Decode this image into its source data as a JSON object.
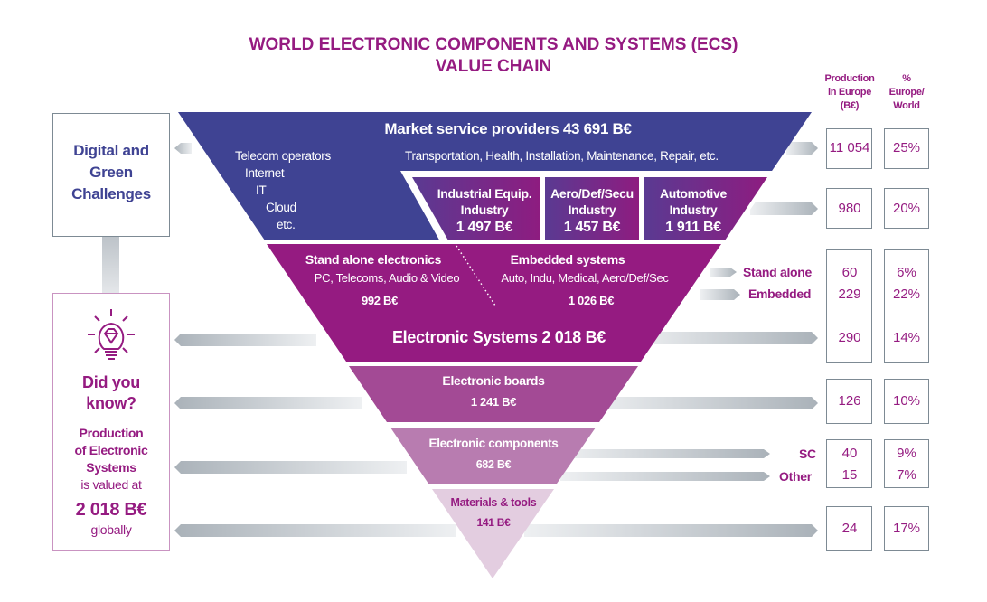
{
  "title": {
    "line1": "WORLD ELECTRONIC COMPONENTS AND SYSTEMS (ECS)",
    "line2": "VALUE CHAIN"
  },
  "columns": {
    "production": [
      "Production",
      "in Europe",
      "(B€)"
    ],
    "percent": [
      "%",
      "Europe/",
      "World"
    ]
  },
  "colors": {
    "navy": "#3f4393",
    "purple": "#951b81",
    "boards": "#a34a95",
    "components": "#b87cb0",
    "materials": "#e3cde0"
  },
  "left": {
    "challenges": [
      "Digital and",
      "Green",
      "Challenges"
    ],
    "did_you_know": [
      "Did you",
      "know?"
    ],
    "fact_bold": [
      "Production",
      "of Electronic",
      "Systems"
    ],
    "fact_text": "is valued at",
    "fact_value": "2 018 B€",
    "fact_tail": "globally",
    "icon": "lightbulb-diamond-icon"
  },
  "funnel": {
    "market": {
      "title": "Market service providers  43 691 B€",
      "left_items": [
        "Telecom operators",
        "Internet",
        "IT",
        "Cloud",
        "etc."
      ],
      "right_items": "Transportation, Health, Installation, Maintenance, Repair, etc."
    },
    "industries": [
      {
        "name": [
          "Industrial Equip.",
          "Industry"
        ],
        "value": "1 497 B€"
      },
      {
        "name": [
          "Aero/Def/Secu",
          "Industry"
        ],
        "value": "1 457 B€"
      },
      {
        "name": [
          "Automotive",
          "Industry"
        ],
        "value": "1 911 B€"
      }
    ],
    "standalone": {
      "title": "Stand alone electronics",
      "sub": "PC, Telecoms, Audio & Video",
      "value": "992 B€"
    },
    "embedded": {
      "title": "Embedded systems",
      "sub": "Auto, Indu, Medical, Aero/Def/Sec",
      "value": "1 026 B€"
    },
    "systems": "Electronic Systems 2 018 B€",
    "boards": {
      "title": "Electronic boards",
      "value": "1 241 B€"
    },
    "components": {
      "title": "Electronic components",
      "value": "682 B€"
    },
    "materials": {
      "title": "Materials & tools",
      "value": "141 B€"
    }
  },
  "side_labels": {
    "standalone": "Stand alone",
    "embedded": "Embedded",
    "sc": "SC",
    "other": "Other"
  },
  "table": {
    "market": {
      "prod": "11 054",
      "pct": "25%"
    },
    "industries": {
      "prod": "980",
      "pct": "20%"
    },
    "standalone": {
      "prod": "60",
      "pct": "6%"
    },
    "embedded": {
      "prod": "229",
      "pct": "22%"
    },
    "systems": {
      "prod": "290",
      "pct": "14%"
    },
    "boards": {
      "prod": "126",
      "pct": "10%"
    },
    "sc": {
      "prod": "40",
      "pct": "9%"
    },
    "other": {
      "prod": "15",
      "pct": "7%"
    },
    "materials": {
      "prod": "24",
      "pct": "17%"
    }
  }
}
